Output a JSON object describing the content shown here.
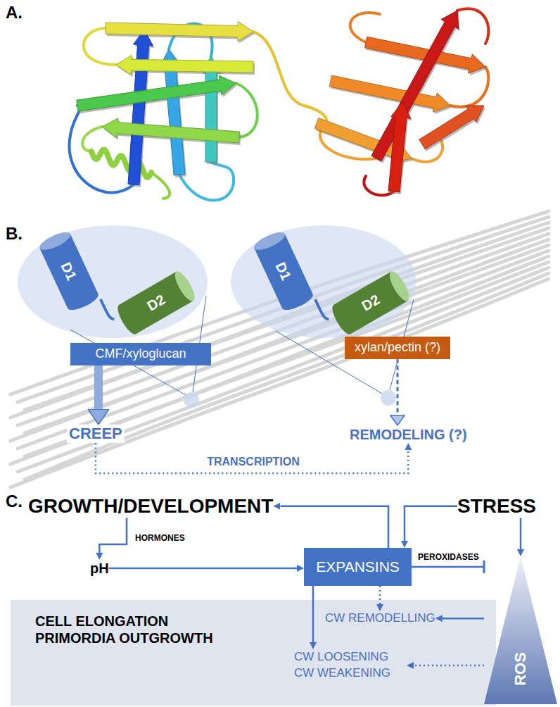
{
  "diagram": {
    "nodes": [
      {
        "text": [
          "D1"
        ]
      },
      {
        "text": [
          "D2"
        ]
      },
      {
        "text": [
          "CMF/xyloglucan"
        ]
      },
      {
        "text": [
          "D1"
        ]
      },
      {
        "text": [
          "D2"
        ]
      },
      {
        "text": [
          "xylan/pectin (?)"
        ]
      },
      {
        "text": [
          "CREEP"
        ]
      },
      {
        "text": [
          "REMODELING (?)"
        ]
      },
      {
        "text": [
          "GROWTH/DEVELOPMENT"
        ]
      },
      {
        "text": [
          "STRESS"
        ]
      },
      {
        "text": [
          "pH"
        ]
      },
      {
        "text": [
          "EXPANSINS"
        ]
      },
      {
        "text": [
          "CELL ELONGATION PRIMORDIA OUTGROWTH"
        ]
      },
      {
        "text": [
          "CW REMODELLING"
        ],
        "in": 12
      },
      {
        "text": [
          "CW LOOSENING CW WEAKENING"
        ],
        "in": 12
      },
      {
        "text": [
          "ROS"
        ]
      }
    ],
    "edges": [
      {
        "from": 0,
        "to": 1,
        "arrow": "none"
      },
      {
        "from": 3,
        "to": 4,
        "arrow": "none"
      },
      {
        "from": 2,
        "to": 6,
        "arrow": "to"
      },
      {
        "from": 5,
        "to": 7,
        "arrow": "to"
      },
      {
        "from": 6,
        "to": 7,
        "label": "TRANSCRIPTION",
        "arrow": "to"
      },
      {
        "from": 11,
        "to": 8,
        "arrow": "to"
      },
      {
        "from": 9,
        "to": 11,
        "arrow": "to"
      },
      {
        "from": 8,
        "to": 10,
        "label": "HORMONES",
        "arrow": "to"
      },
      {
        "from": 10,
        "to": 11,
        "arrow": "to"
      },
      {
        "from": 11,
        "to": 15,
        "label": "PEROXIDASES",
        "arrow": "to"
      },
      {
        "from": 9,
        "to": 15,
        "arrow": "to"
      },
      {
        "from": 11,
        "to": 13,
        "arrow": "to"
      },
      {
        "from": 11,
        "to": 14,
        "arrow": "to"
      },
      {
        "from": 15,
        "to": 13,
        "arrow": "to"
      },
      {
        "from": 15,
        "to": 14,
        "arrow": "to"
      }
    ],
    "labels": [
      "A.",
      "B.",
      "C."
    ]
  }
}
